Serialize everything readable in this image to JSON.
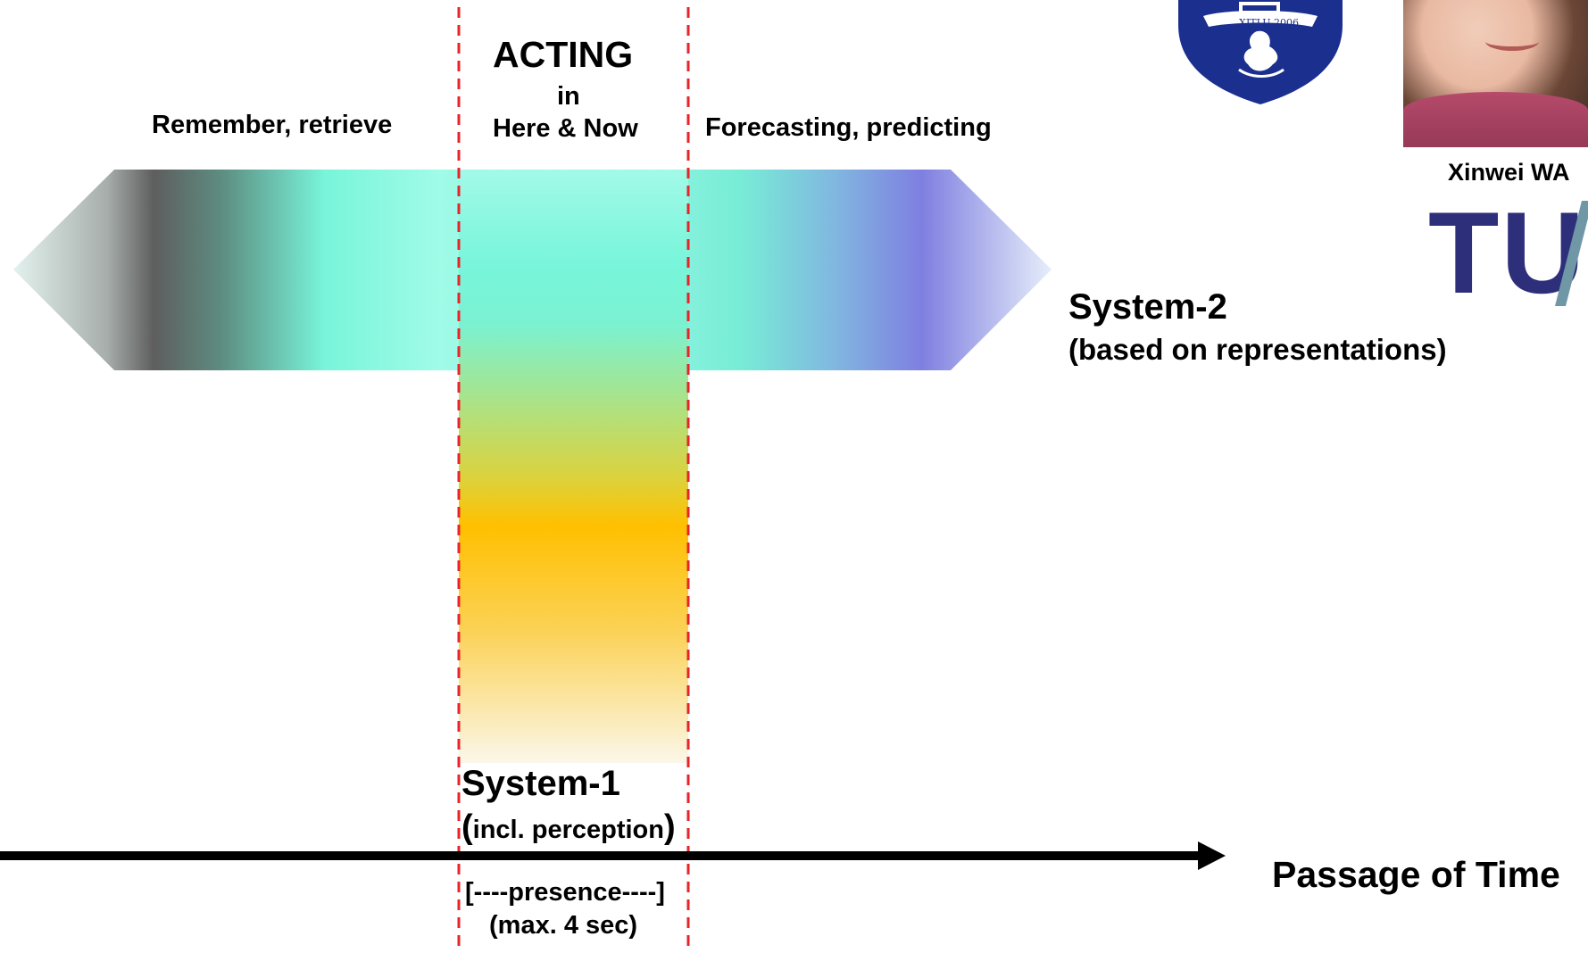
{
  "labels": {
    "remember": "Remember, retrieve",
    "acting": "ACTING",
    "in": "in",
    "here_now": "Here & Now",
    "forecast": "Forecasting, predicting",
    "system2_title": "System-2",
    "system2_sub": "(based on representations)",
    "system1_title": "System-1",
    "system1_sub_open": "(",
    "system1_sub_text": "incl. perception",
    "system1_sub_close": ")",
    "presence": "[----presence----]",
    "max_time": "(max. 4 sec)",
    "passage_of_time": "Passage of Time",
    "person_name": "Xinwei WA",
    "logo_text": "TU"
  },
  "crest": {
    "motto": "XJTLU 2006"
  },
  "colors": {
    "past_dark": "#5e5e5e",
    "present_cyan": "#78f5da",
    "future_purple": "#7f7fe0",
    "system1_orange": "#ffc000",
    "marker_red": "#e8232a",
    "crest_blue": "#1b2f8f",
    "logo_navy": "#2e2f7a",
    "logo_slash": "#6f97a6"
  },
  "icons": [
    "crest-icon",
    "portrait-photo",
    "tu-logo",
    "arrow-right-icon"
  ]
}
